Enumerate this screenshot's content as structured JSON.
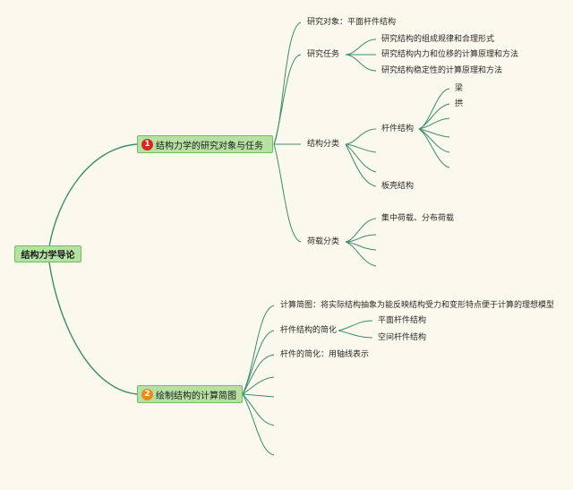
{
  "root": {
    "label": "结构力学导论"
  },
  "branch1": {
    "number": "1",
    "label": "结构力学的研究对象与任务",
    "research_object": "研究对象：平面杆件结构",
    "research_tasks": {
      "label": "研究任务",
      "items": [
        "研究结构的组成规律和合理形式",
        "研究结构内力和位移的计算原理和方法",
        "研究结构稳定性的计算原理和方法"
      ]
    },
    "classification": {
      "label": "结构分类",
      "rod": {
        "label": "杆件结构",
        "items": [
          "梁",
          "拱"
        ]
      },
      "shell": "板壳结构"
    },
    "load": {
      "label": "荷载分类",
      "items": [
        "集中荷载、分布荷载"
      ]
    }
  },
  "branch2": {
    "number": "2",
    "label": "绘制结构的计算简图",
    "diagram_def": "计算简图：将实际结构抽象为能反映结构受力和变形特点便于计算的理想模型",
    "rod_simplify": {
      "label": "杆件结构的简化",
      "items": [
        "平面杆件结构",
        "空间杆件结构"
      ]
    },
    "member_simplify": "杆件的简化：用轴线表示"
  }
}
